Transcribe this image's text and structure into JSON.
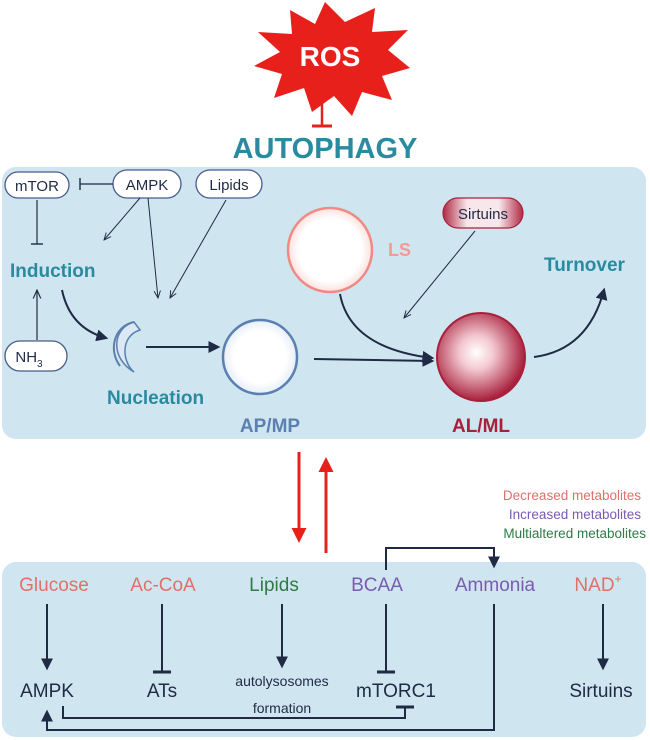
{
  "top": {
    "ros_label": "ROS",
    "title": "AUTOPHAGY"
  },
  "autophagy_panel": {
    "mtor": "mTOR",
    "ampk": "AMPK",
    "lipids": "Lipids",
    "sirtuins": "Sirtuins",
    "nh3": "NH",
    "nh3_sub": "3",
    "induction": "Induction",
    "nucleation": "Nucleation",
    "ap_mp": "AP/MP",
    "ls": "LS",
    "al_ml": "AL/ML",
    "turnover": "Turnover"
  },
  "legend": {
    "decreased": "Decreased metabolites",
    "increased": "Increased metabolites",
    "multialtered": "Multialtered metabolites"
  },
  "metabolites_panel": {
    "glucose": "Glucose",
    "acetyl_coa": "Ac-CoA",
    "lipids": "Lipids",
    "bcaa": "BCAA",
    "ammonia": "Ammonia",
    "nad": "NAD",
    "nad_sup": "+",
    "ampk": "AMPK",
    "ats": "ATs",
    "autolysosomes": "autolysosomes",
    "formation": "formation",
    "mtorc1": "mTORC1",
    "sirtuins": "Sirtuins"
  },
  "colors": {
    "panel_bg": "#cfe6f0",
    "teal": "#2a8aa0",
    "decreased": "#e0706a",
    "increased": "#7a5bb0",
    "multialtered": "#2f7a45",
    "dark": "#1f2a44",
    "red": "#e8201c",
    "crimson": "#a8203c"
  }
}
